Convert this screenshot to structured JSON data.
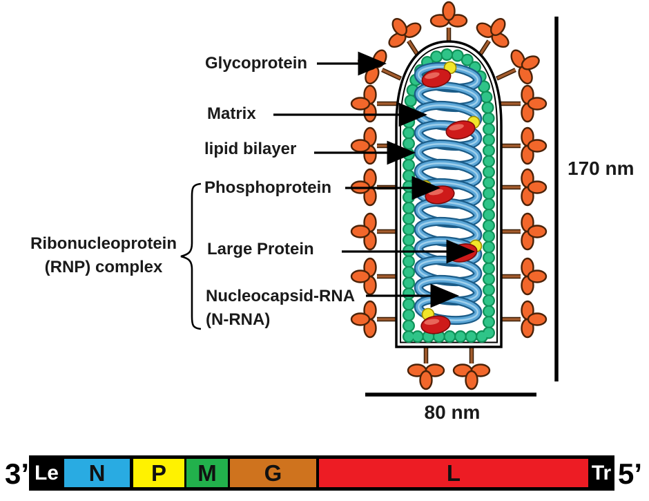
{
  "diagram": {
    "labels": {
      "glycoprotein": "Glycoprotein",
      "matrix": "Matrix",
      "lipid_bilayer": "lipid bilayer",
      "phosphoprotein": "Phosphoprotein",
      "large_protein": "Large Protein",
      "nucleocapsid_line1": "Nucleocapsid-RNA",
      "nucleocapsid_line2": "(N-RNA)",
      "rnp_line1": "Ribonucleoprotein",
      "rnp_line2": "(RNP) complex"
    },
    "measurements": {
      "height": "170 nm",
      "width": "80 nm"
    },
    "colors": {
      "glycoprotein_spike": "#F2672B",
      "spike_stem": "#A35C2E",
      "matrix_bead": "#2FC488",
      "matrix_bead_outline": "#0F9158",
      "nucleocapsid_coil": "#5CA7D8",
      "nucleocapsid_coil_outline": "#1B5C88",
      "large_protein": "#CE1A1A",
      "phosphoprotein": "#F2E62A",
      "membrane": "#000000"
    }
  },
  "genome": {
    "end3": "3’",
    "end5": "5’",
    "segments": [
      {
        "label": "Le",
        "color": "#000000"
      },
      {
        "label": "N",
        "color": "#29ABE2"
      },
      {
        "label": "P",
        "color": "#FFF200"
      },
      {
        "label": "M",
        "color": "#22B14C"
      },
      {
        "label": "G",
        "color": "#CF731E"
      },
      {
        "label": "L",
        "color": "#ED1C24"
      },
      {
        "label": "Tr",
        "color": "#000000"
      }
    ]
  }
}
